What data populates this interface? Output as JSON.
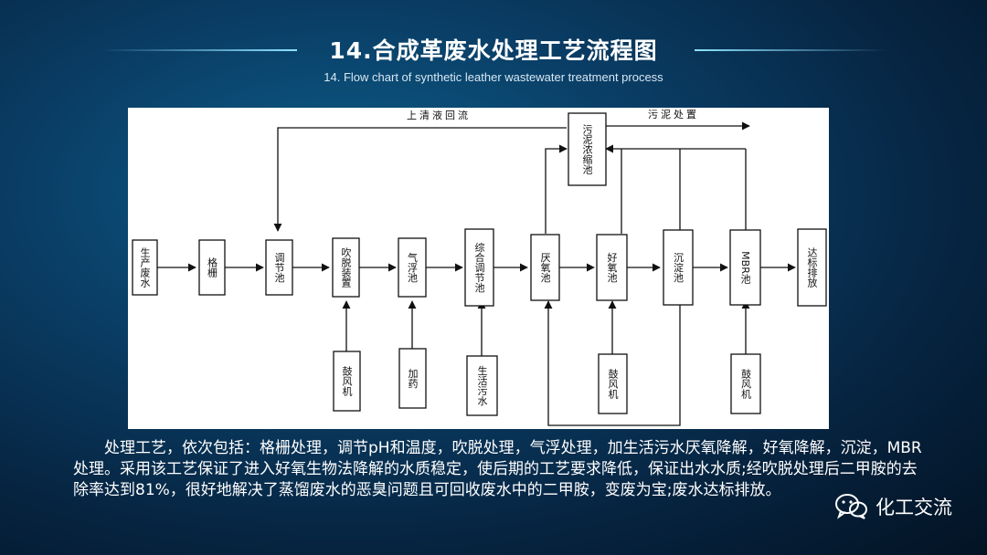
{
  "header": {
    "title_zh": "14.合成革废水处理工艺流程图",
    "title_en": "14. Flow chart of synthetic leather wastewater treatment process"
  },
  "diagram": {
    "process_units": [
      "生产废水",
      "格栅",
      "调节池",
      "吹脱装置",
      "气浮池",
      "综合调节池",
      "厌氧池",
      "好氧池",
      "沉淀池",
      "MBR池",
      "达标排放"
    ],
    "inputs": [
      "鼓风机",
      "加药",
      "生活污水",
      "鼓风机",
      "鼓风机"
    ],
    "sludge_tank": "污泥浓缩池",
    "return_label": "上清液回流",
    "sludge_label": "污泥处置"
  },
  "description": "处理工艺，依次包括：格栅处理，调节pH和温度，吹脱处理，气浮处理，加生活污水厌氧降解，好氧降解，沉淀，MBR处理。采用该工艺保证了进入好氧生物法降解的水质稳定，使后期的工艺要求降低，保证出水水质;经吹脱处理后二甲胺的去除率达到81%，很好地解决了蒸馏废水的恶臭问题且可回收废水中的二甲胺，变废为宝;废水达标排放。",
  "watermark": {
    "icon": "wechat-icon",
    "label": "化工交流"
  },
  "colors": {
    "accent_line": "#8fe3ff",
    "background_center": "#0c5f8a",
    "background_edge": "#031324"
  }
}
